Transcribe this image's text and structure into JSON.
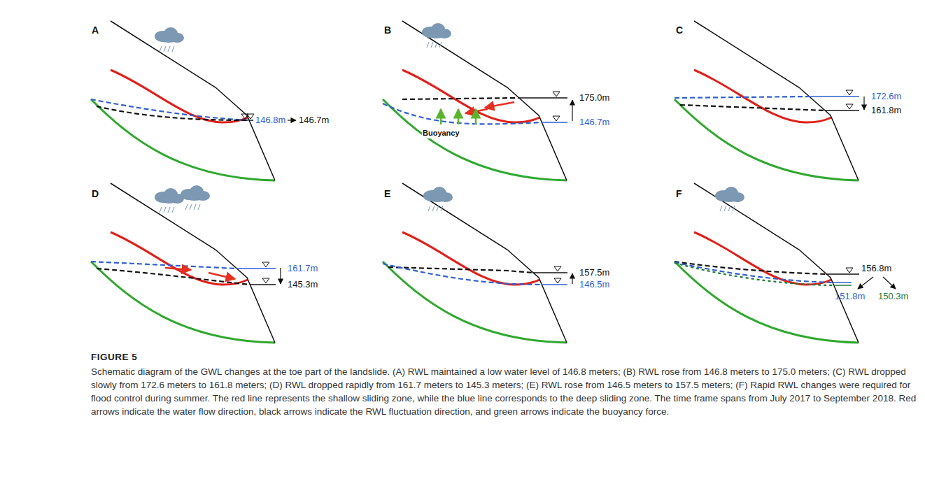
{
  "diagram": {
    "title": "FIGURE 5",
    "caption": "Schematic diagram of the GWL changes at the toe part of the landslide. (A) RWL maintained a low water level of 146.8 meters; (B) RWL rose from 146.8 meters to 175.0 meters; (C) RWL dropped slowly from 172.6 meters to 161.8 meters; (D) RWL dropped rapidly from 161.7 meters to 145.3 meters; (E) RWL rose from 146.5 meters to 157.5 meters; (F) Rapid RWL changes were required for flood control during summer. The red line represents the shallow sliding zone, while the blue line corresponds to the deep sliding zone. The time frame spans from July 2017 to September 2018. Red arrows indicate the water flow direction, black arrows indicate the RWL fluctuation direction, and green arrows indicate the buoyancy force.",
    "labels": [
      "A",
      "146.8m",
      "146.7m",
      "B",
      "175.0m",
      "146.7m",
      "Buoyancy",
      "C",
      "172.6m",
      "161.8m",
      "D",
      "161.7m",
      "145.3m",
      "E",
      "157.5m",
      "146.5m",
      "F",
      "156.8m",
      "151.8m",
      "150.3m"
    ]
  }
}
